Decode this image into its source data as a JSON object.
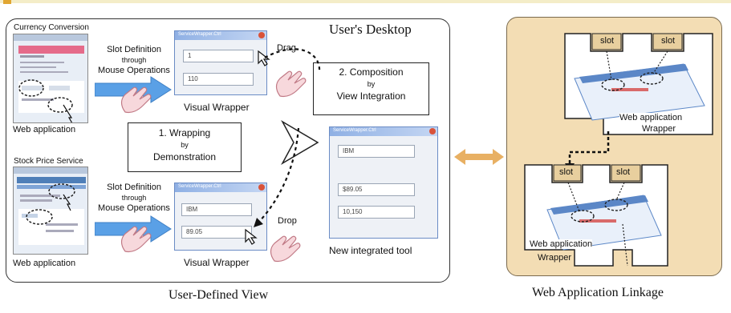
{
  "header": {
    "desktop_title": "User's Desktop"
  },
  "captions": {
    "user_defined_view": "User-Defined View",
    "web_application_linkage": "Web Application Linkage"
  },
  "top_flow": {
    "service_label": "Currency Conversion",
    "slot_definition": [
      "Slot Definition",
      "through",
      "Mouse Operations"
    ],
    "app_label": "Web application",
    "wrapper_label": "Visual Wrapper",
    "window_title": "ServiceWrapper.Ctrl",
    "fields": [
      "1",
      "110"
    ],
    "action": "Drag"
  },
  "bottom_flow": {
    "service_label": "Stock Price Service",
    "slot_definition": [
      "Slot Definition",
      "through",
      "Mouse Operations"
    ],
    "app_label": "Web application",
    "wrapper_label": "Visual Wrapper",
    "window_title": "ServiceWrapper.Ctrl",
    "fields": [
      "IBM",
      "89.05"
    ],
    "action": "Drop"
  },
  "steps": {
    "wrapping": [
      "1. Wrapping",
      "by",
      "Demonstration"
    ],
    "composition": [
      "2. Composition",
      "by",
      "View Integration"
    ]
  },
  "integrated_tool": {
    "window_title": "ServiceWrapper.Ctrl",
    "fields": [
      "IBM",
      "$89.05",
      "10,150"
    ],
    "label": "New integrated tool"
  },
  "linkage": {
    "slot_label": "slot",
    "app_label": "Web application",
    "wrapper_label": "Wrapper"
  },
  "colors": {
    "arrow_blue": "#5aa0e6",
    "double_arrow": "#e8b063",
    "panel_beige": "#f3ddb4",
    "window_border": "#6b8cc5"
  }
}
